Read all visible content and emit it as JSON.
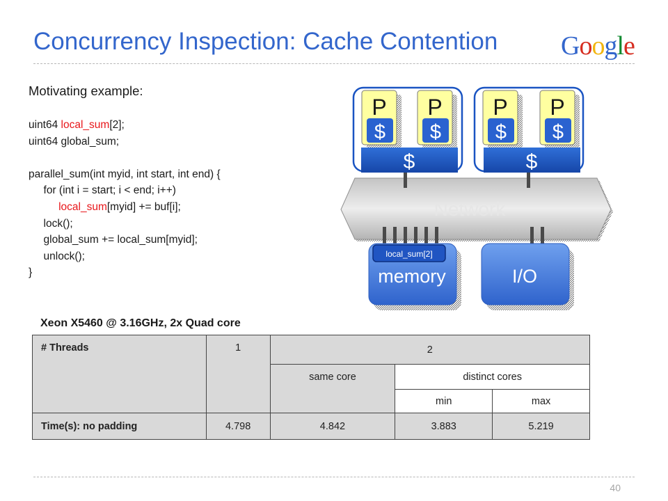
{
  "slide": {
    "title": "Concurrency Inspection: Cache Contention",
    "page_number": "40"
  },
  "logo": {
    "letters": [
      {
        "char": "G",
        "color": "#3366cc"
      },
      {
        "char": "o",
        "color": "#d62d20"
      },
      {
        "char": "o",
        "color": "#f2b50f"
      },
      {
        "char": "g",
        "color": "#3366cc"
      },
      {
        "char": "l",
        "color": "#108a2f"
      },
      {
        "char": "e",
        "color": "#d62d20"
      }
    ]
  },
  "code": {
    "intro": "Motivating example:",
    "lines": [
      [
        {
          "t": "uint64 "
        },
        {
          "t": "local_sum",
          "red": true
        },
        {
          "t": "[2];"
        }
      ],
      [
        {
          "t": "uint64 global_sum;"
        }
      ],
      [
        {
          "t": ""
        }
      ],
      [
        {
          "t": "parallel_sum(int myid, int start, int end) {"
        }
      ],
      [
        {
          "t": "     for (int i = start; i < end; i++)"
        }
      ],
      [
        {
          "t": "          "
        },
        {
          "t": "local_sum",
          "red": true
        },
        {
          "t": "[myid] += buf[i];"
        }
      ],
      [
        {
          "t": "     lock();"
        }
      ],
      [
        {
          "t": "     global_sum += local_sum[myid];"
        }
      ],
      [
        {
          "t": "     unlock();"
        }
      ],
      [
        {
          "t": "}"
        }
      ]
    ]
  },
  "diagram": {
    "processor_label": "P",
    "cache_label": "$",
    "network_label": "Network",
    "memory_label": "memory",
    "io_label": "I/O",
    "memory_tag": "local_sum[2]"
  },
  "table": {
    "caption": "Xeon X5460 @ 3.16GHz,  2x Quad core",
    "threads_label": "# Threads",
    "threads_one": "1",
    "threads_two": "2",
    "same_core": "same core",
    "distinct_cores": "distinct cores",
    "min": "min",
    "max": "max",
    "row_label": "Time(s): no padding",
    "values": [
      "4.798",
      "4.842",
      "3.883",
      "5.219"
    ]
  }
}
